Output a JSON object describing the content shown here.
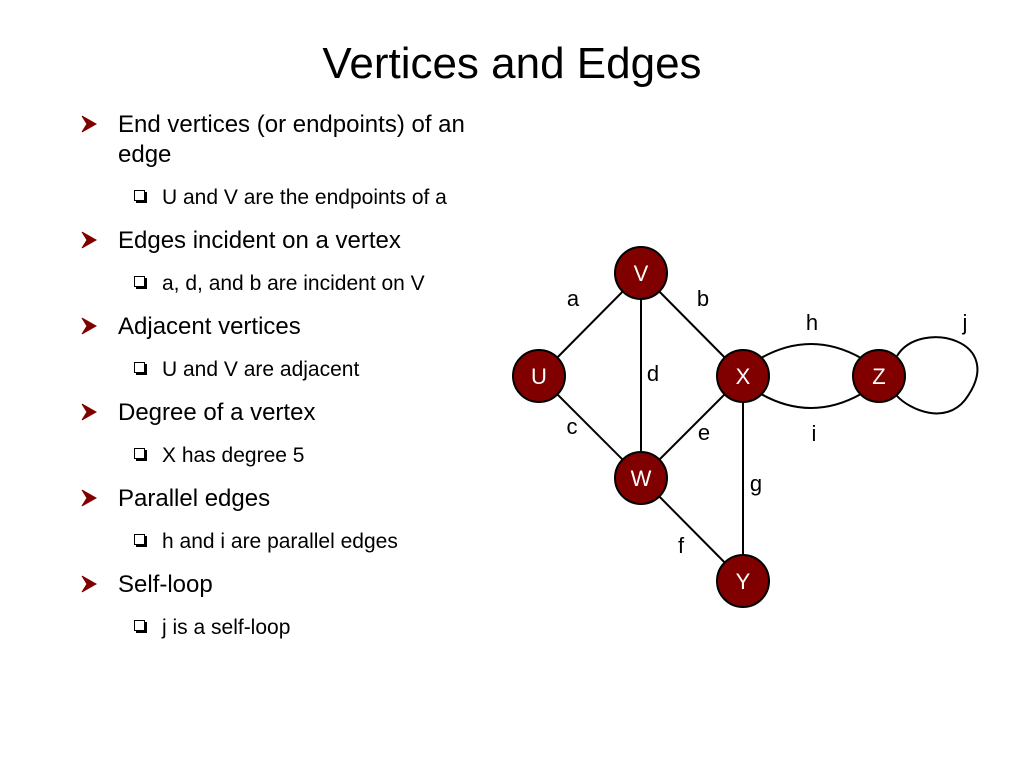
{
  "slide": {
    "title": "Vertices and Edges",
    "bullets": [
      {
        "text": "End vertices (or endpoints) of an edge",
        "sub": "U and V are the endpoints of a"
      },
      {
        "text": "Edges incident on a vertex",
        "sub": "a, d, and b are incident on V"
      },
      {
        "text": "Adjacent vertices",
        "sub": "U and V are adjacent"
      },
      {
        "text": "Degree of a vertex",
        "sub": "X has degree 5"
      },
      {
        "text": "Parallel edges",
        "sub": "h and i are parallel edges"
      },
      {
        "text": "Self-loop",
        "sub": "j is a self-loop"
      }
    ]
  },
  "graph": {
    "colors": {
      "vertex_fill": "#800000",
      "vertex_text": "#ffffff",
      "bullet_arrow": "#800000"
    },
    "vertices": [
      {
        "id": "V",
        "label": "V"
      },
      {
        "id": "U",
        "label": "U"
      },
      {
        "id": "X",
        "label": "X"
      },
      {
        "id": "Z",
        "label": "Z"
      },
      {
        "id": "W",
        "label": "W"
      },
      {
        "id": "Y",
        "label": "Y"
      }
    ],
    "edges": [
      {
        "label": "a",
        "from": "U",
        "to": "V"
      },
      {
        "label": "b",
        "from": "V",
        "to": "X"
      },
      {
        "label": "c",
        "from": "U",
        "to": "W"
      },
      {
        "label": "d",
        "from": "V",
        "to": "W"
      },
      {
        "label": "e",
        "from": "W",
        "to": "X"
      },
      {
        "label": "f",
        "from": "W",
        "to": "Y"
      },
      {
        "label": "g",
        "from": "X",
        "to": "Y"
      },
      {
        "label": "h",
        "from": "X",
        "to": "Z"
      },
      {
        "label": "i",
        "from": "X",
        "to": "Z"
      },
      {
        "label": "j",
        "from": "Z",
        "to": "Z"
      }
    ]
  }
}
